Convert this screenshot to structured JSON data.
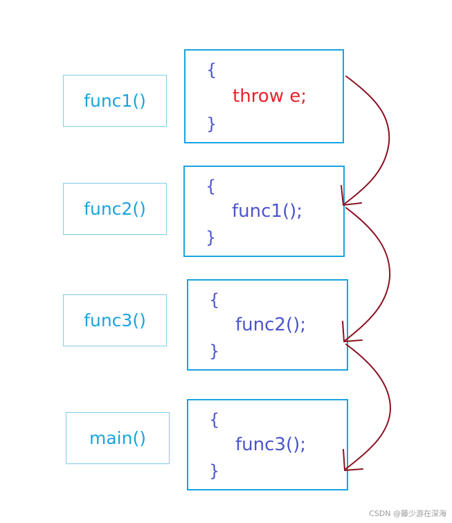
{
  "frames": [
    {
      "label": "func1()",
      "open": "{",
      "statement": "throw e;",
      "close": "}",
      "statement_color": "#e8222b"
    },
    {
      "label": "func2()",
      "open": "{",
      "statement": "func1();",
      "close": "}",
      "statement_color": "#4a55cc"
    },
    {
      "label": "func3()",
      "open": "{",
      "statement": "func2();",
      "close": "}",
      "statement_color": "#4a55cc"
    },
    {
      "label": "main()",
      "open": "{",
      "statement": "func3();",
      "close": "}",
      "statement_color": "#4a55cc"
    }
  ],
  "colors": {
    "label_border": "#7fcbe8",
    "label_text": "#1aa3e0",
    "code_border": "#18a3e0",
    "brace_text": "#4a55cc",
    "arrow": "#8b1020"
  },
  "watermark": "CSDN @藤少游在深海"
}
